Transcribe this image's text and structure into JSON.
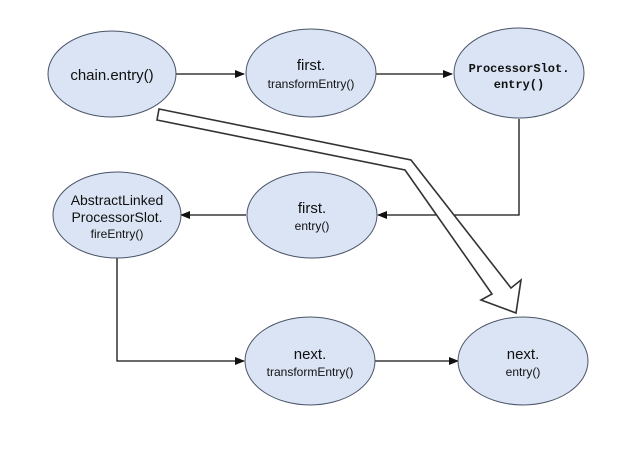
{
  "nodes": {
    "chain_entry": {
      "line1": "chain.entry()"
    },
    "first_transform": {
      "line1": "first.",
      "line2": "transformEntry()"
    },
    "processor_slot_entry": {
      "line1": "ProcessorSlot.",
      "line2": "entry()"
    },
    "abstract_fire_entry": {
      "line1": "AbstractLinked",
      "line2": "ProcessorSlot.",
      "line3": "fireEntry()"
    },
    "first_entry": {
      "line1": "first.",
      "line2": "entry()"
    },
    "next_transform": {
      "line1": "next.",
      "line2": "transformEntry()"
    },
    "next_entry": {
      "line1": "next.",
      "line2": "entry()"
    }
  },
  "colors": {
    "node_fill": "#dae4f4",
    "node_stroke": "#4a5468",
    "edge": "#111111"
  }
}
